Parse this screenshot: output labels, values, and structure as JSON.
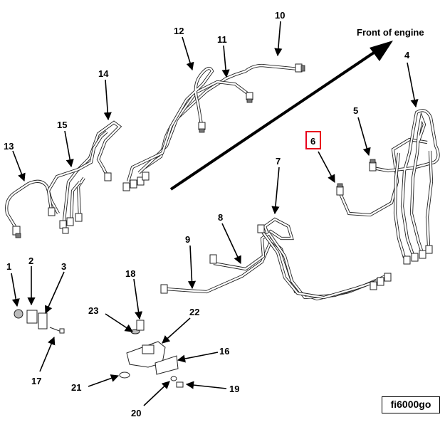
{
  "figure": {
    "direction_label": "Front of engine",
    "figure_id": "fi6000go",
    "highlighted_callout": "6",
    "callouts": [
      "1",
      "2",
      "3",
      "4",
      "5",
      "6",
      "7",
      "8",
      "9",
      "10",
      "11",
      "12",
      "13",
      "14",
      "15",
      "16",
      "17",
      "18",
      "19",
      "20",
      "21",
      "22",
      "23"
    ],
    "highlight_color": "#e8001c"
  }
}
